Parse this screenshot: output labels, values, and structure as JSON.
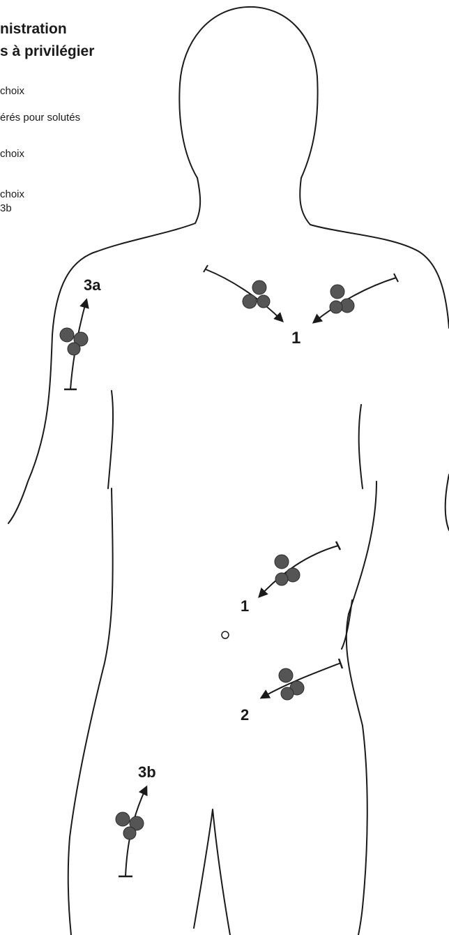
{
  "legend": {
    "title_line1": "nistration",
    "title_line2": "s à privilégier",
    "line1": "choix",
    "line2": "érés pour solutés",
    "line3": "choix",
    "line4": "choix",
    "line5": "3b"
  },
  "sites": {
    "chest_label": "1",
    "abdomen_upper_label": "1",
    "abdomen_lower_label": "2",
    "arm_label": "3a",
    "thigh_label": "3b"
  }
}
